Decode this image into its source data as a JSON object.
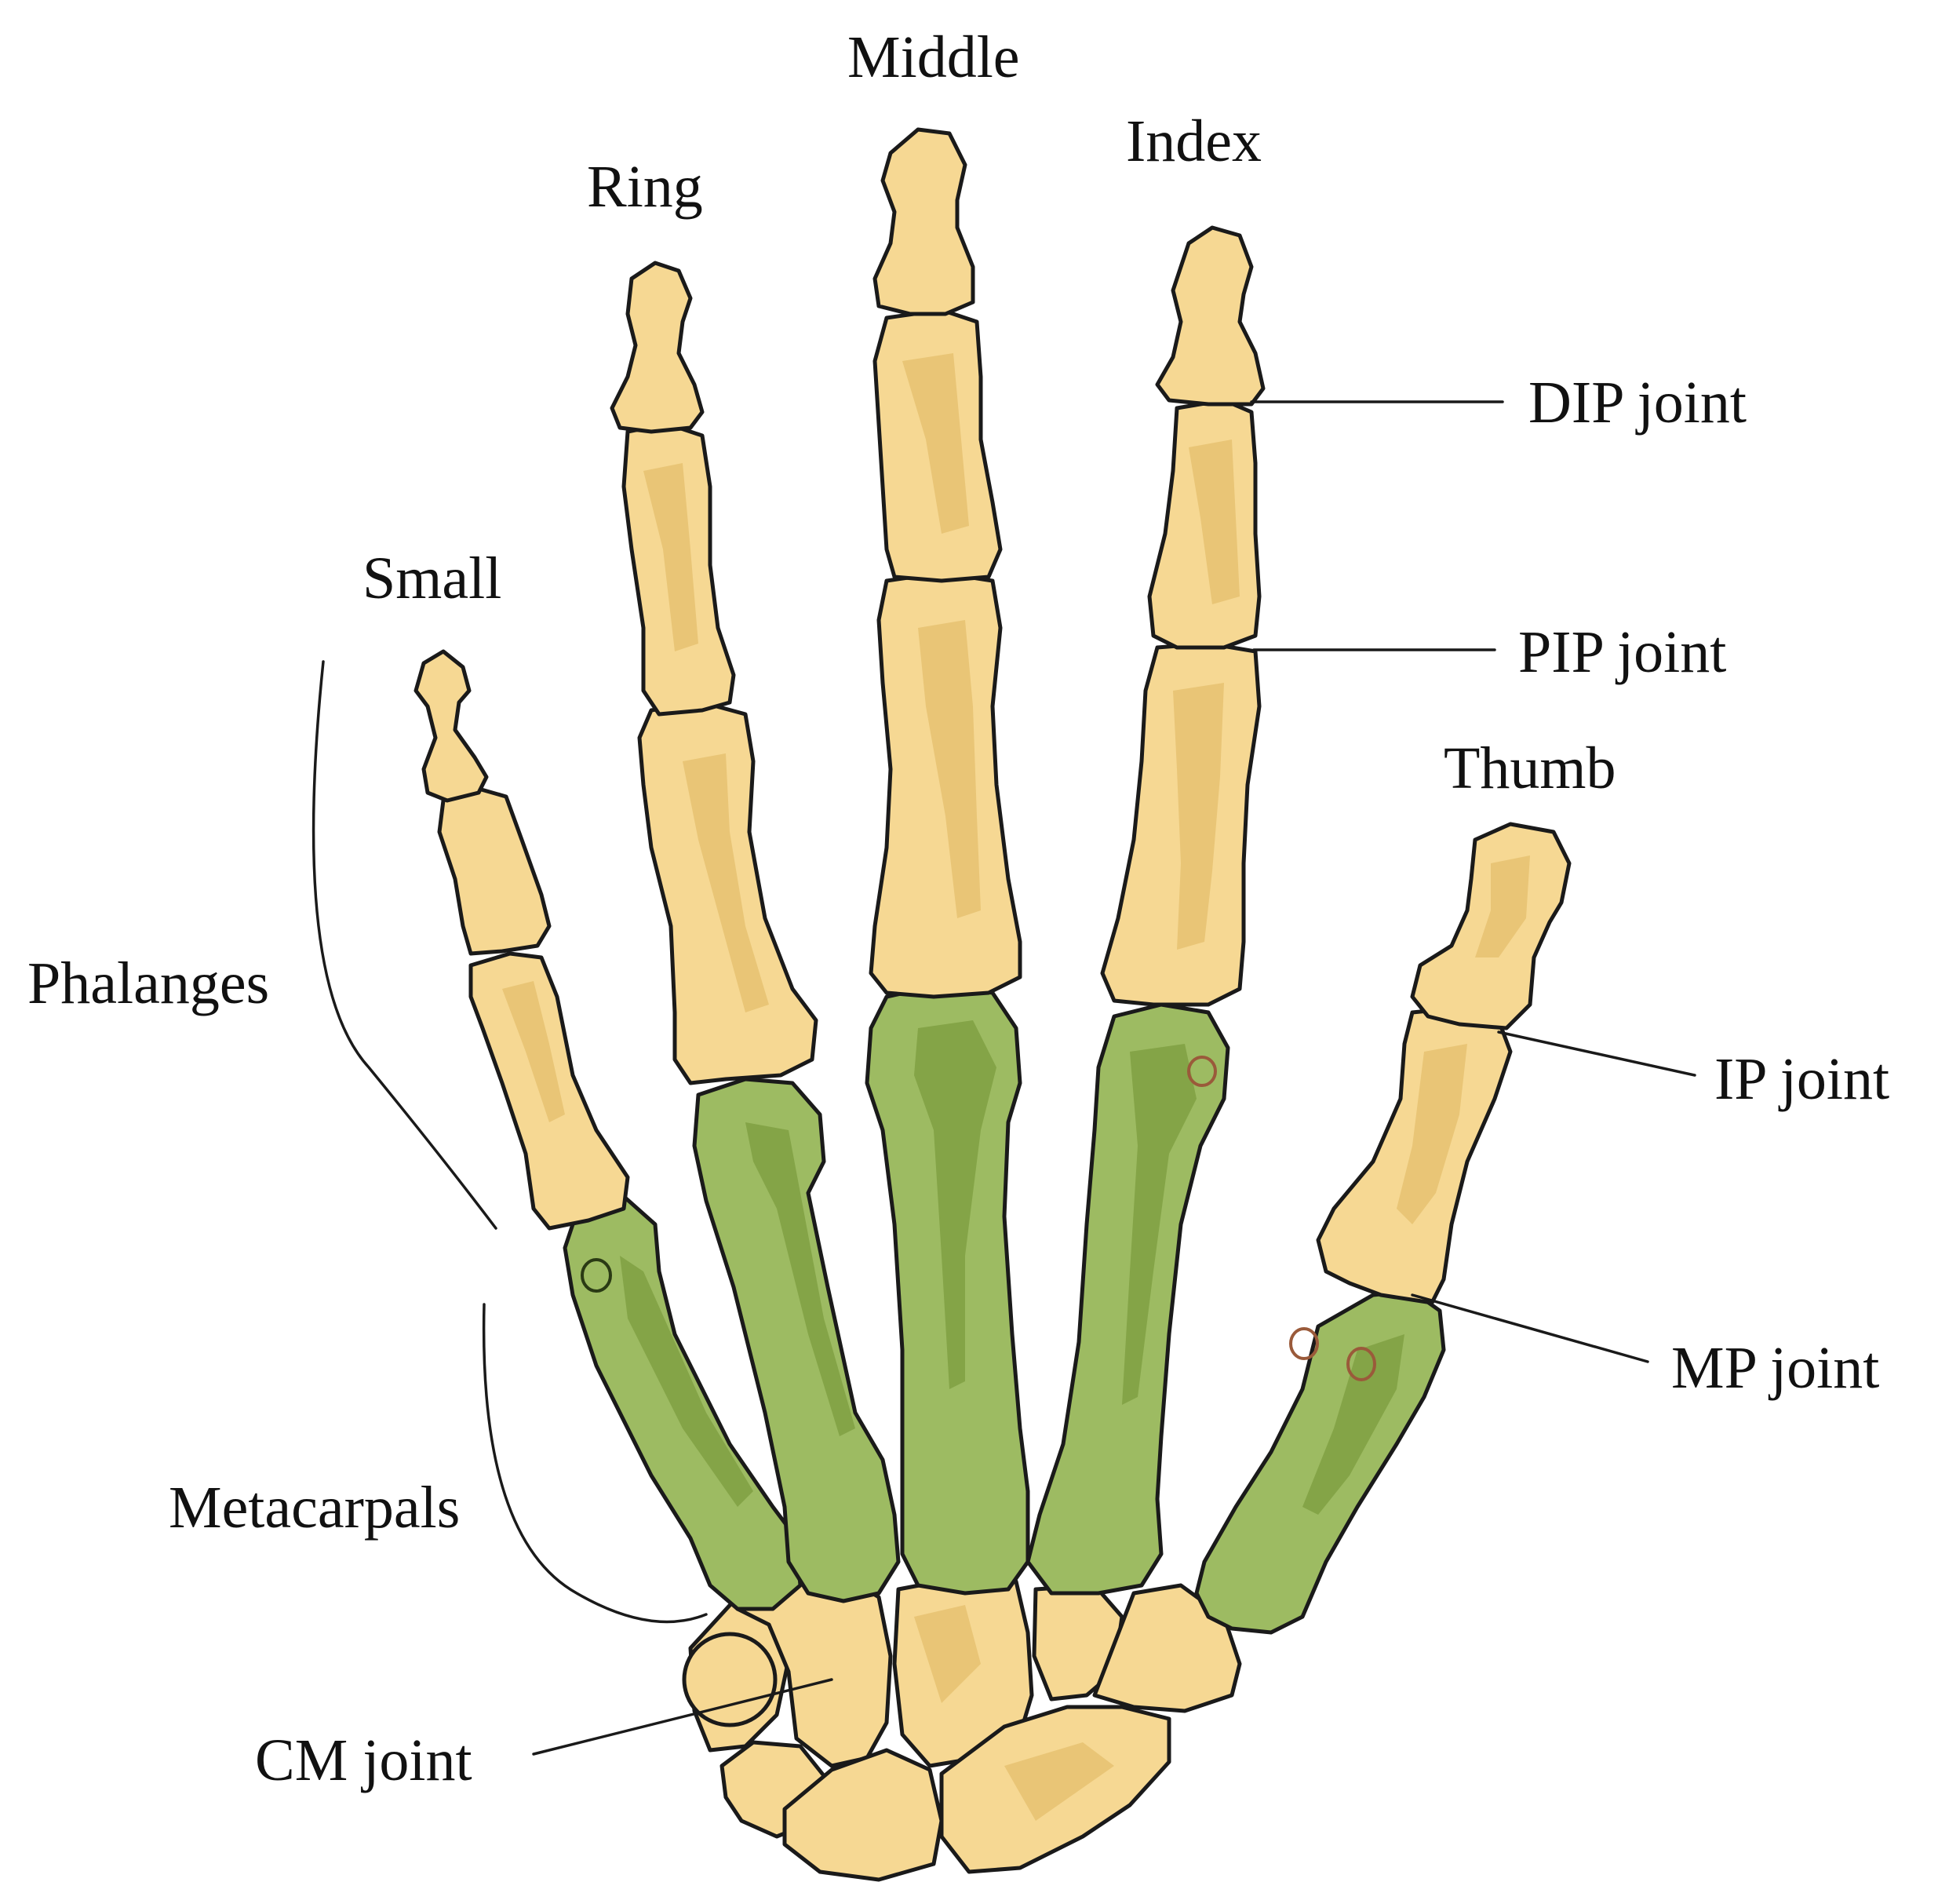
{
  "diagram": {
    "fingers": {
      "small": "Small",
      "ring": "Ring",
      "middle": "Middle",
      "index": "Index",
      "thumb": "Thumb"
    },
    "groups": {
      "phalanges": "Phalanges",
      "metacarpals": "Metacarpals"
    },
    "joints": {
      "dip": "DIP joint",
      "pip": "PIP joint",
      "ip": "IP joint",
      "mp": "MP joint",
      "cm": "CM joint"
    },
    "colors": {
      "phalanx_and_carpal_bone": "#f6d893",
      "metacarpal_bone": "#9dbb62",
      "outline": "#1a1a1a",
      "background": "#ffffff"
    }
  }
}
